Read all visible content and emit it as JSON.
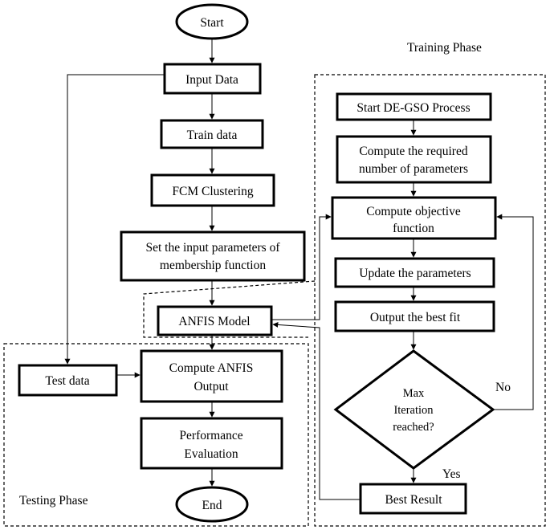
{
  "flowchart": {
    "start": "Start",
    "input_data": "Input Data",
    "train_data": "Train data",
    "fcm_clustering": "FCM Clustering",
    "set_params": [
      "Set the input parameters of",
      "membership function"
    ],
    "anfis_model": "ANFIS Model",
    "test_data": "Test data",
    "compute_anfis": [
      "Compute ANFIS",
      "Output"
    ],
    "performance": [
      "Performance",
      "Evaluation"
    ],
    "end": "End"
  },
  "training": {
    "label": "Training Phase",
    "start_process": "Start DE-GSO Process",
    "compute_required": [
      "Compute the required",
      "number of parameters"
    ],
    "compute_objective": [
      "Compute objective",
      "function"
    ],
    "update_params": "Update the parameters",
    "output_best": "Output the best fit",
    "decision": [
      "Max",
      "Iteration",
      "reached?"
    ],
    "no_label": "No",
    "yes_label": "Yes",
    "best_result": "Best Result"
  },
  "testing": {
    "label": "Testing Phase"
  }
}
